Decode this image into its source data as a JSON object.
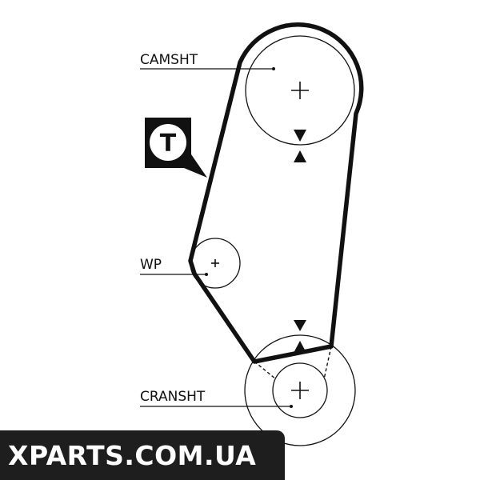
{
  "labels": {
    "camshaft": "CAMSHT",
    "water_pump": "WP",
    "crankshaft": "CRANSHT",
    "tensioner": "T"
  },
  "watermark": {
    "text": "XPARTS.COM.UA"
  },
  "colors": {
    "ink": "#111111",
    "background": "#ffffff",
    "watermark_bg": "#1e1e1e",
    "watermark_text": "#ffffff"
  }
}
